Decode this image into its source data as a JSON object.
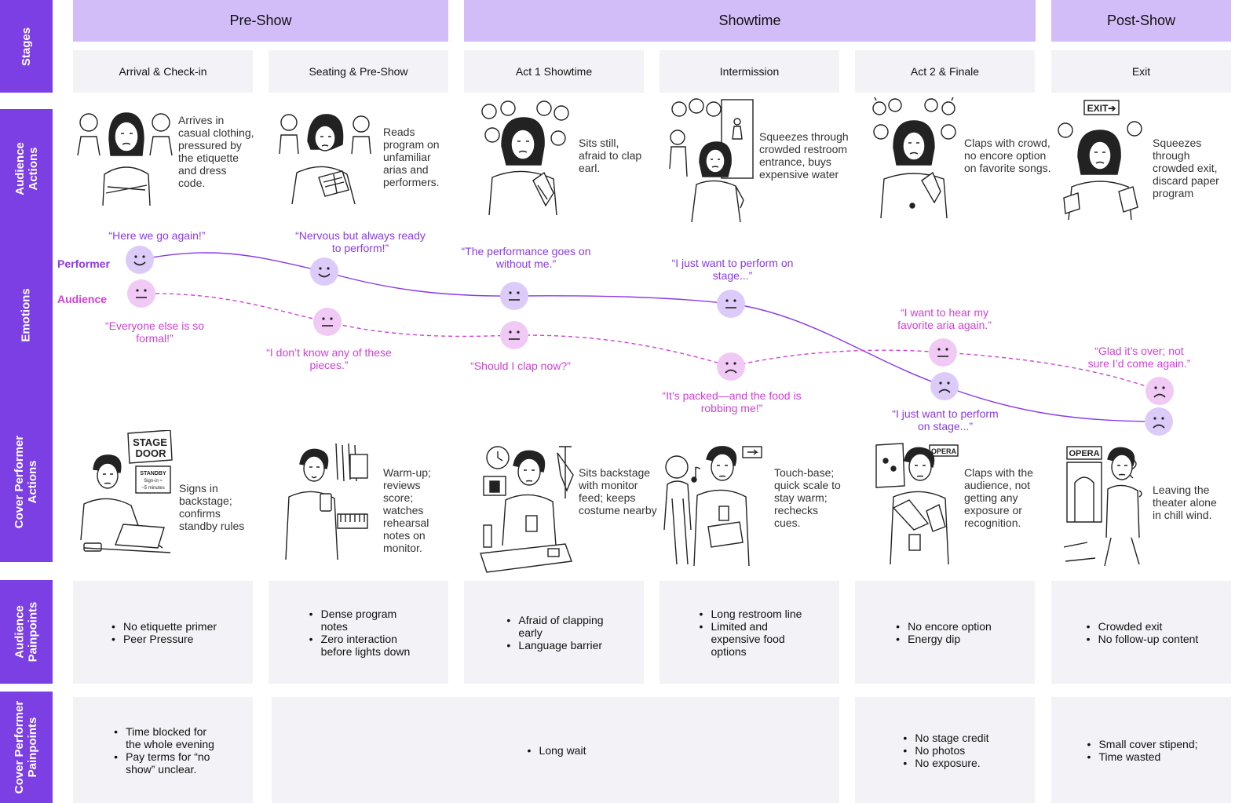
{
  "row_labels": {
    "stages": "Stages",
    "audience_actions": [
      "Audience",
      "Actions"
    ],
    "emotions": "Emotions",
    "cover_actions": [
      "Cover Performer",
      "Actions"
    ],
    "audience_painpoints": [
      "Audience",
      "Painpoints"
    ],
    "cover_painpoints": [
      "Cover Performer",
      "Painpoints"
    ]
  },
  "stages": [
    "Pre-Show",
    "Showtime",
    "Post-Show"
  ],
  "substages": [
    "Arrival & Check-in",
    "Seating & Pre-Show",
    "Act 1 Showtime",
    "Intermission",
    "Act 2 & Finale",
    "Exit"
  ],
  "illustration_signs": {
    "stage_door": [
      "STAGE",
      "DOOR"
    ],
    "standby": [
      "STANDBY",
      "Sign-in ≈",
      "~5 minutes"
    ],
    "exit": "EXIT➔",
    "opera": "OPERA"
  },
  "audience_actions": [
    [
      "Arrives in",
      "casual clothing,",
      "pressured by",
      "the etiquette",
      "and dress",
      "code."
    ],
    [
      "Reads",
      "program on",
      "unfamiliar",
      "arias and",
      "performers."
    ],
    [
      "Sits still,",
      "afraid to clap",
      "earl."
    ],
    [
      "Squeezes through",
      "crowded restroom",
      "entrance, buys",
      "expensive water"
    ],
    [
      "Claps with crowd,",
      "no encore option",
      "on favorite songs."
    ],
    [
      "Squeezes",
      "through",
      "crowded exit,",
      "discard paper",
      "program"
    ]
  ],
  "legend": {
    "performer": "Performer",
    "audience": "Audience"
  },
  "colors": {
    "accent": "#7b3fe4",
    "stage_bar": "#d3bdf9",
    "cell": "#f3f2f6",
    "performer": "#8a3ae8",
    "audience": "#d23fd8",
    "performer_face": "#dccbf8",
    "audience_face": "#f1c9f5"
  },
  "emotions": {
    "performer_faces": [
      "happy",
      "happy",
      "neutral",
      "neutral",
      "sad",
      "sad"
    ],
    "audience_faces": [
      "neutral",
      "neutral",
      "neutral",
      "sad",
      "neutral",
      "sad"
    ],
    "performer_quotes": [
      [
        "“Here we go again!”"
      ],
      [
        "“Nervous but always ready",
        "to perform!”"
      ],
      [
        "“The performance goes on",
        "without me.”"
      ],
      [
        "“I just want to perform on",
        "stage...”"
      ],
      [
        "“I just want to perform",
        "on stage...”"
      ],
      []
    ],
    "audience_quotes": [
      [
        "“Everyone else is so",
        "formal!”"
      ],
      [
        "“I don’t know any of these",
        "pieces.”"
      ],
      [
        "“Should I clap now?”"
      ],
      [
        "“It’s packed—and the food is",
        "robbing me!”"
      ],
      [
        "“I want to hear my",
        "favorite aria again.”"
      ],
      [
        "“Glad it’s over; not",
        "sure I’d come again.”"
      ]
    ]
  },
  "cover_actions": [
    [
      "Signs in",
      "backstage;",
      "confirms",
      "standby rules"
    ],
    [
      "Warm-up;",
      "reviews",
      "score;",
      "watches",
      "rehearsal",
      "notes on",
      "monitor."
    ],
    [
      "Sits backstage",
      "with monitor",
      "feed; keeps",
      "costume nearby"
    ],
    [
      "Touch-base;",
      "quick scale to",
      "stay warm;",
      "rechecks",
      "cues."
    ],
    [
      "Claps with the",
      "audience, not",
      "getting any",
      "exposure or",
      "recognition."
    ],
    [
      "Leaving the",
      "theater alone",
      "in chill wind."
    ]
  ],
  "audience_painpoints": [
    [
      [
        "No etiquette primer"
      ],
      [
        "Peer Pressure"
      ]
    ],
    [
      [
        "Dense program",
        "notes"
      ],
      [
        "Zero interaction",
        "before lights down"
      ]
    ],
    [
      [
        "Afraid of clapping",
        "early"
      ],
      [
        "Language barrier"
      ]
    ],
    [
      [
        "Long restroom line"
      ],
      [
        "Limited and",
        "expensive food",
        "options"
      ]
    ],
    [
      [
        "No encore option"
      ],
      [
        "Energy dip"
      ]
    ],
    [
      [
        "Crowded exit"
      ],
      [
        "No follow-up content"
      ]
    ]
  ],
  "cover_painpoints": [
    [
      [
        "Time blocked for",
        "the whole evening"
      ],
      [
        "Pay terms for “no",
        "show” unclear."
      ]
    ],
    [
      [
        "Long wait"
      ]
    ],
    [
      [
        "No stage credit"
      ],
      [
        "No photos"
      ],
      [
        "No exposure."
      ]
    ],
    [
      [
        "Small cover stipend;"
      ],
      [
        "Time wasted"
      ]
    ]
  ]
}
